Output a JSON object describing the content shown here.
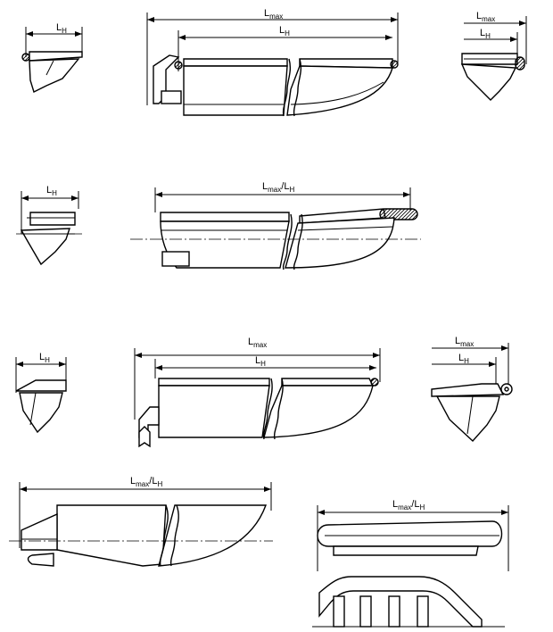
{
  "labels": {
    "l_main": "L",
    "s_h": "H",
    "s_max": "max",
    "slash": "/"
  },
  "colors": {
    "stroke": "#000000",
    "background": "#ffffff"
  }
}
